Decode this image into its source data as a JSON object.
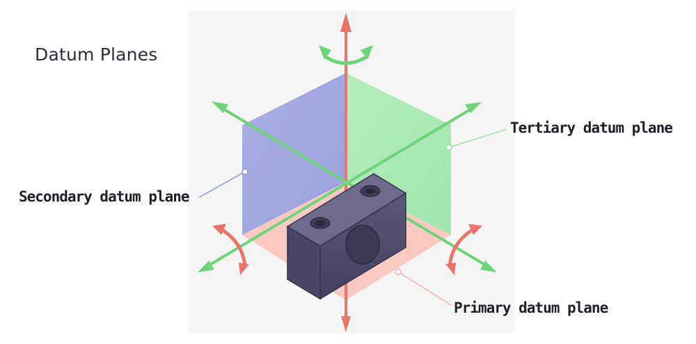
{
  "title": "Datum Planes",
  "labels": {
    "tertiary": "Tertiary datum plane",
    "secondary": "Secondary datum plane",
    "primary": "Primary datum plane"
  },
  "colors": {
    "primary_plane": "#f9c6c0",
    "secondary_plane": "#a3a9e0",
    "tertiary_plane": "#a8e8b2",
    "axis_red": "#e8766b",
    "axis_green": "#6fd37a",
    "block": "#4d4a69",
    "title_text": "#2d2d35"
  },
  "icons": [
    "block-with-holes",
    "rotation-arrow",
    "axis-arrow"
  ]
}
